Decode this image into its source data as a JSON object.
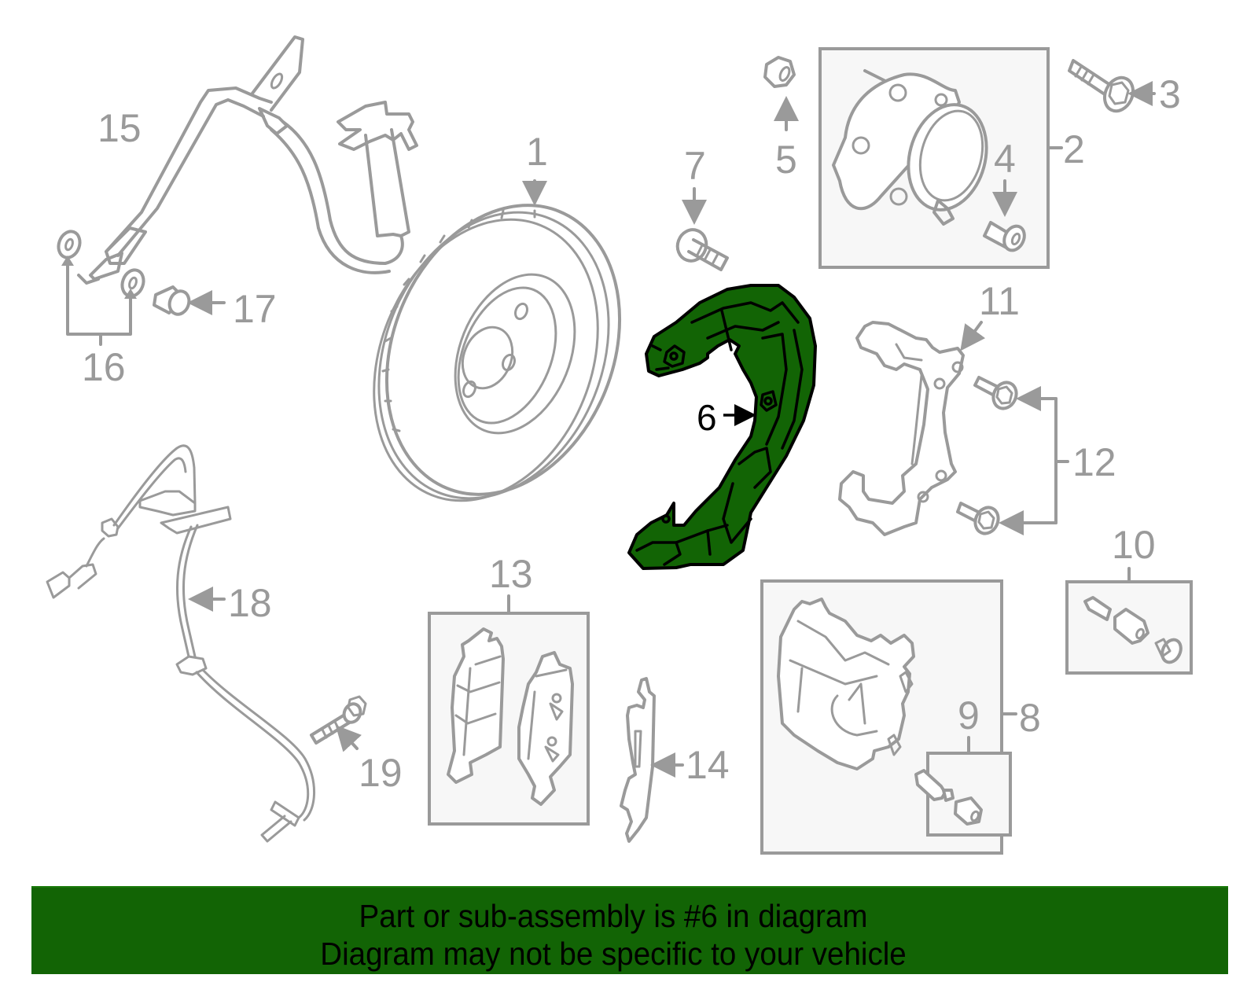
{
  "diagram": {
    "highlighted_part": "6",
    "highlight_color": "#126405",
    "line_color": "#9a9a9a",
    "callouts": [
      {
        "id": "1",
        "label": "1",
        "part": "rotor"
      },
      {
        "id": "2",
        "label": "2",
        "part": "hub-and-bearing-assembly"
      },
      {
        "id": "3",
        "label": "3",
        "part": "hub-bolt"
      },
      {
        "id": "4",
        "label": "4",
        "part": "wheel-stud"
      },
      {
        "id": "5",
        "label": "5",
        "part": "nut"
      },
      {
        "id": "6",
        "label": "6",
        "part": "splash-shield"
      },
      {
        "id": "7",
        "label": "7",
        "part": "shield-bolt"
      },
      {
        "id": "8",
        "label": "8",
        "part": "caliper-assembly"
      },
      {
        "id": "9",
        "label": "9",
        "part": "guide-pin-kit"
      },
      {
        "id": "10",
        "label": "10",
        "part": "guide-pin-kit"
      },
      {
        "id": "11",
        "label": "11",
        "part": "caliper-support"
      },
      {
        "id": "12",
        "label": "12",
        "part": "support-bolts"
      },
      {
        "id": "13",
        "label": "13",
        "part": "brake-pads"
      },
      {
        "id": "14",
        "label": "14",
        "part": "pad-spring-clip"
      },
      {
        "id": "15",
        "label": "15",
        "part": "brake-hose"
      },
      {
        "id": "16",
        "label": "16",
        "part": "washers"
      },
      {
        "id": "17",
        "label": "17",
        "part": "banjo-bolt"
      },
      {
        "id": "18",
        "label": "18",
        "part": "abs-sensor"
      },
      {
        "id": "19",
        "label": "19",
        "part": "sensor-bolt"
      }
    ]
  },
  "banner": {
    "line1": "Part or sub-assembly is #6 in diagram",
    "line2": "Diagram may not be specific to your vehicle",
    "background": "#126405"
  }
}
